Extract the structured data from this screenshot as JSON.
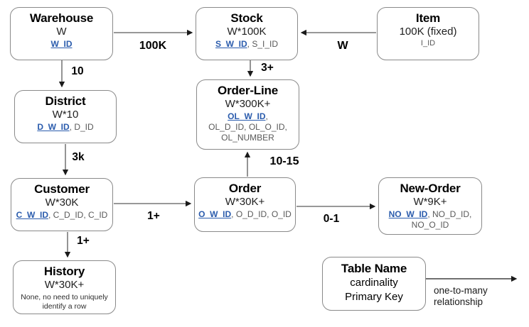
{
  "diagram": {
    "tables": [
      {
        "name": "Warehouse",
        "cardinality": "W",
        "pk_blue": "W_ID",
        "pk_gray": ""
      },
      {
        "name": "Stock",
        "cardinality": "W*100K",
        "pk_blue": "S_W_ID",
        "pk_gray": ", S_I_ID"
      },
      {
        "name": "Item",
        "cardinality": "100K (fixed)",
        "pk_blue": "",
        "pk_gray": "I_ID"
      },
      {
        "name": "District",
        "cardinality": "W*10",
        "pk_blue": "D_W_ID",
        "pk_gray": ", D_ID"
      },
      {
        "name": "Order-Line",
        "cardinality": "W*300K+",
        "pk_blue": "OL_W_ID",
        "pk_gray": ",",
        "pk_line2": "OL_D_ID, OL_O_ID,",
        "pk_line3": "OL_NUMBER"
      },
      {
        "name": "Customer",
        "cardinality": "W*30K",
        "pk_blue": "C_W_ID",
        "pk_gray": ", C_D_ID, C_ID"
      },
      {
        "name": "Order",
        "cardinality": "W*30K+",
        "pk_blue": "O_W_ID",
        "pk_gray": ", O_D_ID, O_ID"
      },
      {
        "name": "New-Order",
        "cardinality": "W*9K+",
        "pk_blue": "NO_W_ID",
        "pk_gray": ", NO_D_ID,",
        "pk_line2": "NO_O_ID"
      },
      {
        "name": "History",
        "cardinality": "W*30K+",
        "pk_blue": "",
        "pk_gray": "",
        "note": "None, no need to uniquely identify a row"
      }
    ],
    "edges": [
      {
        "from": "Warehouse",
        "to": "Stock",
        "label": "100K"
      },
      {
        "from": "Item",
        "to": "Stock",
        "label": "W"
      },
      {
        "from": "Warehouse",
        "to": "District",
        "label": "10"
      },
      {
        "from": "Stock",
        "to": "Order-Line",
        "label": "3+"
      },
      {
        "from": "District",
        "to": "Customer",
        "label": "3k"
      },
      {
        "from": "Order",
        "to": "Order-Line",
        "label": "10-15"
      },
      {
        "from": "Customer",
        "to": "Order",
        "label": "1+"
      },
      {
        "from": "Customer",
        "to": "History",
        "label": "1+"
      },
      {
        "from": "Order",
        "to": "New-Order",
        "label": "0-1"
      }
    ],
    "legend": {
      "title": "Table Name",
      "cardinality_label": "cardinality",
      "primary_key_label": "Primary Key",
      "arrow_caption_line1": "one-to-many",
      "arrow_caption_line2": "relationship"
    },
    "colors": {
      "primary_key_blue": "#2b5cad",
      "secondary_text_gray": "#595959",
      "box_border": "#8a8a8a",
      "arrow": "#3f3f3f"
    }
  }
}
